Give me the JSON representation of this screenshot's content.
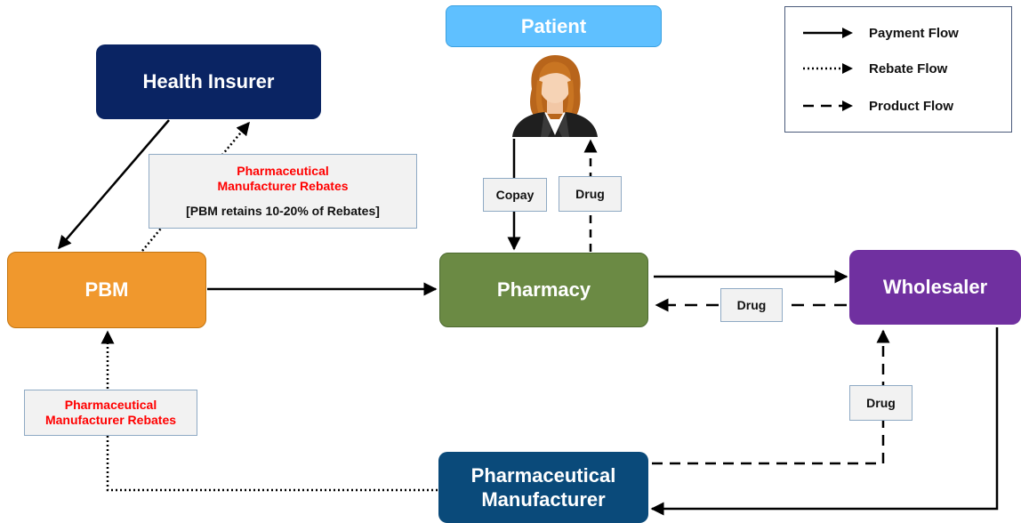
{
  "nodes": {
    "patient": "Patient",
    "health_insurer": "Health Insurer",
    "pbm": "PBM",
    "pharmacy": "Pharmacy",
    "wholesaler": "Wholesaler",
    "manufacturer_line1": "Pharmaceutical",
    "manufacturer_line2": "Manufacturer"
  },
  "labels": {
    "copay": "Copay",
    "drug_patient": "Drug",
    "drug_wholesaler": "Drug",
    "drug_manufacturer": "Drug",
    "rebates_top_line1": "Pharmaceutical",
    "rebates_top_line2": "Manufacturer Rebates",
    "rebates_top_note": "[PBM retains 10-20% of Rebates]",
    "rebates_bottom_line1": "Pharmaceutical",
    "rebates_bottom_line2": "Manufacturer Rebates"
  },
  "legend": {
    "payment": "Payment Flow",
    "rebate": "Rebate Flow",
    "product": "Product Flow"
  },
  "colors": {
    "patient": "#5fc0ff",
    "health_insurer": "#0a2463",
    "pbm": "#f0982d",
    "pharmacy": "#6b8a44",
    "wholesaler": "#7030a0",
    "manufacturer": "#0a4a7a",
    "rebate_text": "#ff0000"
  },
  "icons": {
    "patient": "woman-avatar-icon"
  }
}
